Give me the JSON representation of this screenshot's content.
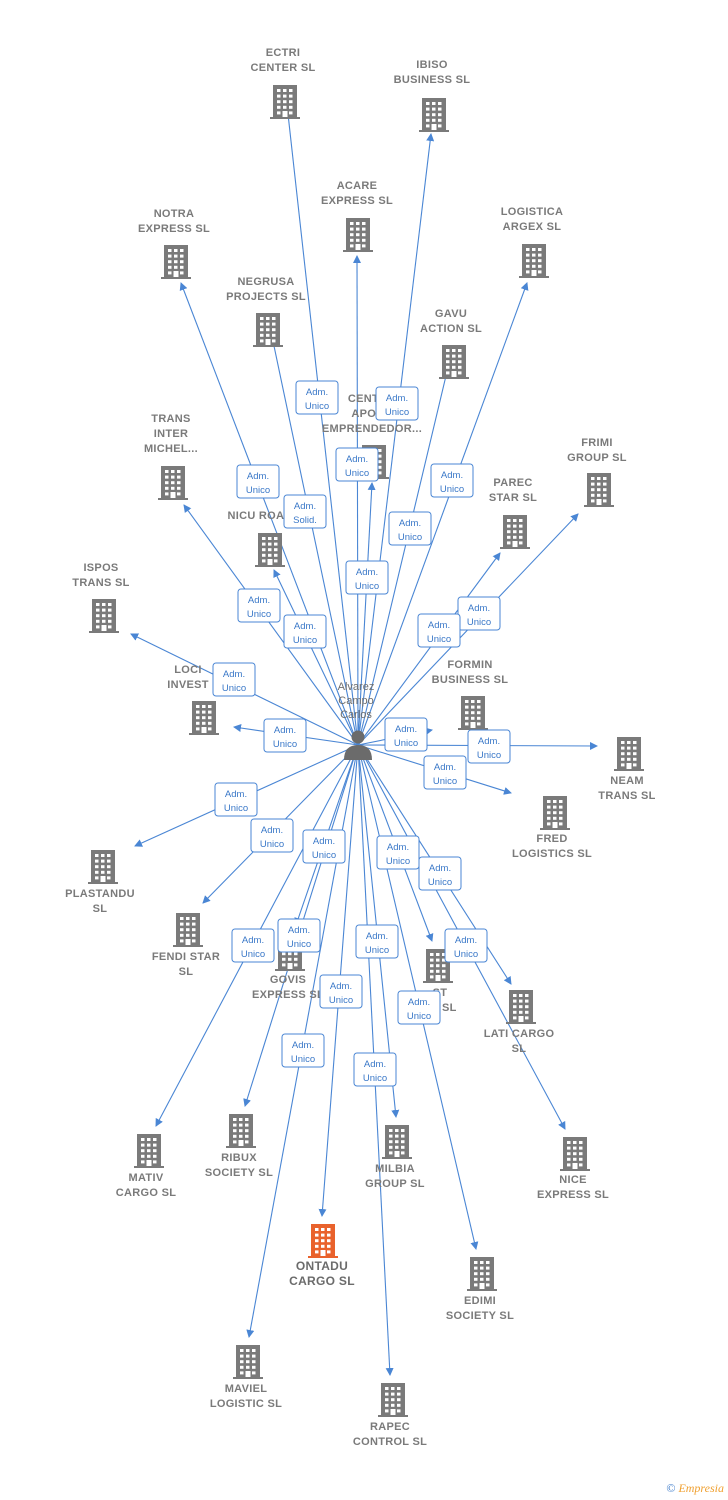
{
  "center": {
    "lines": [
      "Alvarez",
      "Campo",
      "Carlos"
    ]
  },
  "edge_label": [
    "Adm.",
    "Unico"
  ],
  "edge_label_solid": [
    "Adm.",
    "Solid."
  ],
  "colors": {
    "edge": "#4a86d4",
    "building": "#7a7a7a",
    "highlight": "#e9622c"
  },
  "footer": {
    "copyright": "©",
    "brand": "Empresia"
  },
  "nodes": [
    {
      "id": "ectri",
      "lines": [
        "ECTRI",
        "CENTER SL"
      ]
    },
    {
      "id": "ibiso",
      "lines": [
        "IBISO",
        "BUSINESS SL"
      ]
    },
    {
      "id": "acare",
      "lines": [
        "ACARE",
        "EXPRESS SL"
      ]
    },
    {
      "id": "logistica-argex",
      "lines": [
        "LOGISTICA",
        "ARGEX SL"
      ]
    },
    {
      "id": "notra",
      "lines": [
        "NOTRA",
        "EXPRESS SL"
      ]
    },
    {
      "id": "negrusa",
      "lines": [
        "NEGRUSA",
        "PROJECTS SL"
      ]
    },
    {
      "id": "gavu",
      "lines": [
        "GAVU",
        "ACTION SL"
      ]
    },
    {
      "id": "centro-apoyo",
      "lines": [
        "CENTRO",
        "APOYO",
        "EMPRENDEDOR..."
      ]
    },
    {
      "id": "trans-inter",
      "lines": [
        "TRANS",
        "INTER",
        "MICHEL..."
      ]
    },
    {
      "id": "frimi",
      "lines": [
        "FRIMI",
        "GROUP SL"
      ]
    },
    {
      "id": "parec",
      "lines": [
        "PAREC",
        "STAR SL"
      ]
    },
    {
      "id": "nicu",
      "lines": [
        "NICU ROAD"
      ]
    },
    {
      "id": "ispos",
      "lines": [
        "ISPOS",
        "TRANS SL"
      ]
    },
    {
      "id": "loci",
      "lines": [
        "LOCI",
        "INVEST"
      ]
    },
    {
      "id": "formin",
      "lines": [
        "FORMIN",
        "BUSINESS SL"
      ]
    },
    {
      "id": "neam",
      "lines": [
        "NEAM",
        "TRANS SL"
      ]
    },
    {
      "id": "fred",
      "lines": [
        "FRED",
        "LOGISTICS SL"
      ]
    },
    {
      "id": "plastandu",
      "lines": [
        "PLASTANDU",
        "SL"
      ]
    },
    {
      "id": "fendi",
      "lines": [
        "FENDI STAR",
        "SL"
      ]
    },
    {
      "id": "govis",
      "lines": [
        "GOVIS",
        "EXPRESS SL"
      ]
    },
    {
      "id": "st-ss",
      "lines": [
        "ST",
        "SS SL"
      ]
    },
    {
      "id": "lati",
      "lines": [
        "LATI CARGO",
        "SL"
      ]
    },
    {
      "id": "mativ",
      "lines": [
        "MATIV",
        "CARGO SL"
      ]
    },
    {
      "id": "ribux",
      "lines": [
        "RIBUX",
        "SOCIETY SL"
      ]
    },
    {
      "id": "milbia",
      "lines": [
        "MILBIA",
        "GROUP SL"
      ]
    },
    {
      "id": "nice",
      "lines": [
        "NICE",
        "EXPRESS SL"
      ]
    },
    {
      "id": "ontadu",
      "lines": [
        "ONTADU",
        "CARGO SL"
      ],
      "highlight": true
    },
    {
      "id": "edimi",
      "lines": [
        "EDIMI",
        "SOCIETY SL"
      ]
    },
    {
      "id": "maviel",
      "lines": [
        "MAVIEL",
        "LOGISTIC SL"
      ]
    },
    {
      "id": "rapec",
      "lines": [
        "RAPEC",
        "CONTROL SL"
      ]
    }
  ]
}
